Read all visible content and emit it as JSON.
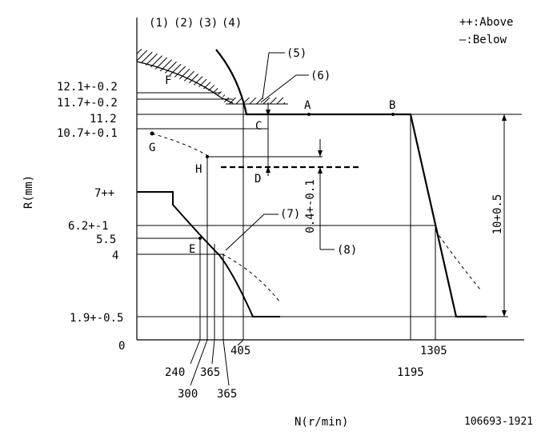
{
  "top_labels": [
    "(1)",
    "(2)",
    "(3)",
    "(4)"
  ],
  "legend": {
    "above": "++:Above",
    "below": "—:Below"
  },
  "y_axis_label": "R(mm)",
  "x_axis_label": "N(r/min)",
  "doc_id": "106693-1921",
  "y_ticks": [
    "12.1+-0.2",
    "11.7+-0.2",
    "11.2",
    "10.7+-0.1",
    "7++",
    "6.2+-1",
    "5.5",
    "4",
    "1.9+-0.5",
    "0"
  ],
  "x_ticks_upper": [
    "240",
    "365",
    "405",
    "1305"
  ],
  "x_ticks_lower": [
    "300",
    "365",
    "1195"
  ],
  "points": [
    "A",
    "B",
    "C",
    "D",
    "E",
    "F",
    "G",
    "H"
  ],
  "callouts": [
    "(5)",
    "(6)",
    "(7)",
    "(8)"
  ],
  "dim_vertical_1": "0.4+-0.1",
  "dim_vertical_2": "10+0.5"
}
